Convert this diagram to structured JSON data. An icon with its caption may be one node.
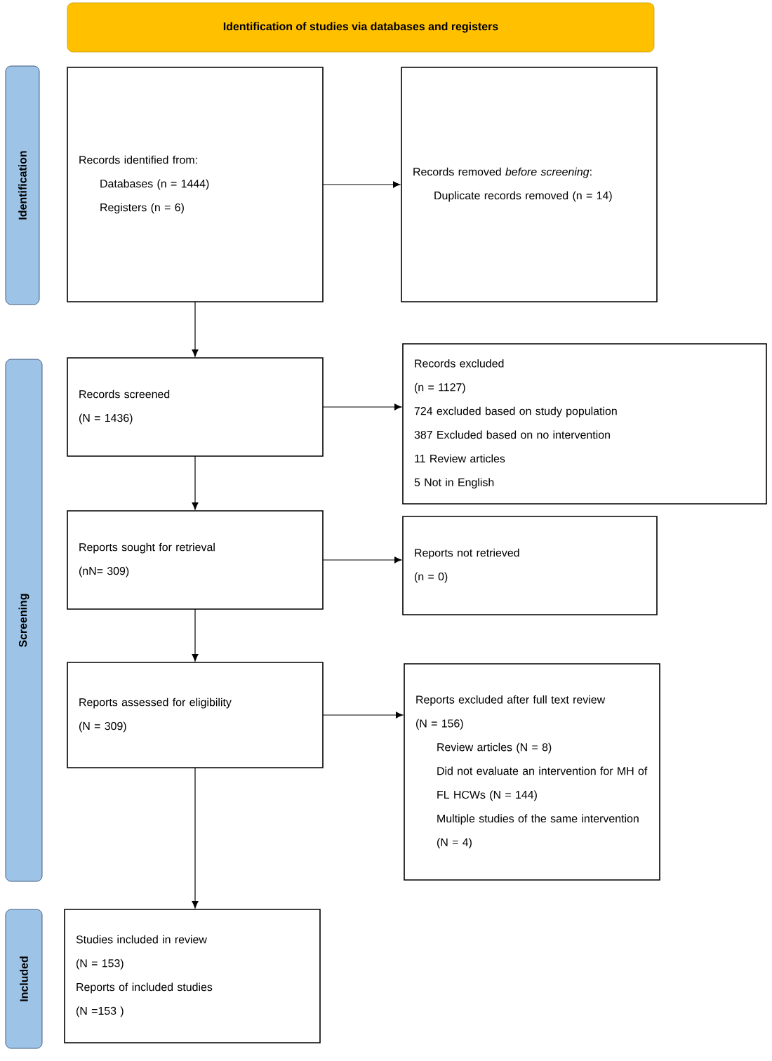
{
  "diagram": {
    "nodes": [
      {
        "text": [
          "Identification of studies via databases and registers"
        ]
      },
      {
        "text": [
          "Identification"
        ]
      },
      {
        "text": [
          "Screening"
        ]
      },
      {
        "text": [
          "Included"
        ]
      },
      {
        "text": [
          "Records identified from:",
          "Databases (n = 1444)",
          "Registers (n = 6)"
        ]
      },
      {
        "text": [
          "Records removed *before screening*:",
          "Duplicate records removed (n = 14)"
        ]
      },
      {
        "text": [
          "Records screened",
          "(N = 1436)"
        ]
      },
      {
        "text": [
          "Records excluded",
          "(n = 1127)",
          "724 excluded based on study population",
          "387 Excluded based on no intervention",
          "11 Review articles",
          "5 Not in English"
        ]
      },
      {
        "text": [
          "Reports sought for retrieval",
          "(nN= 309)"
        ]
      },
      {
        "text": [
          "Reports not retrieved",
          "(n = 0)"
        ]
      },
      {
        "text": [
          "Reports assessed for eligibility",
          "(N = 309)"
        ]
      },
      {
        "text": [
          "Reports excluded after full text review",
          "(N = 156)",
          "Review articles (N = 8)",
          "Did not evaluate an intervention for MH of FL HCWs (N = 144)",
          "Multiple studies of the same intervention (N = 4)"
        ]
      },
      {
        "text": [
          "Studies included in review",
          "(N = 153)",
          "Reports of included studies",
          "(N =153 )"
        ]
      }
    ],
    "edges": [
      {
        "from": 4,
        "to": 5,
        "arrow": "to"
      },
      {
        "from": 4,
        "to": 6,
        "arrow": "to"
      },
      {
        "from": 6,
        "to": 7,
        "arrow": "to"
      },
      {
        "from": 6,
        "to": 8,
        "arrow": "to"
      },
      {
        "from": 8,
        "to": 9,
        "arrow": "to"
      },
      {
        "from": 8,
        "to": 10,
        "arrow": "to"
      },
      {
        "from": 10,
        "to": 11,
        "arrow": "to"
      },
      {
        "from": 10,
        "to": 12,
        "arrow": "to"
      }
    ]
  }
}
